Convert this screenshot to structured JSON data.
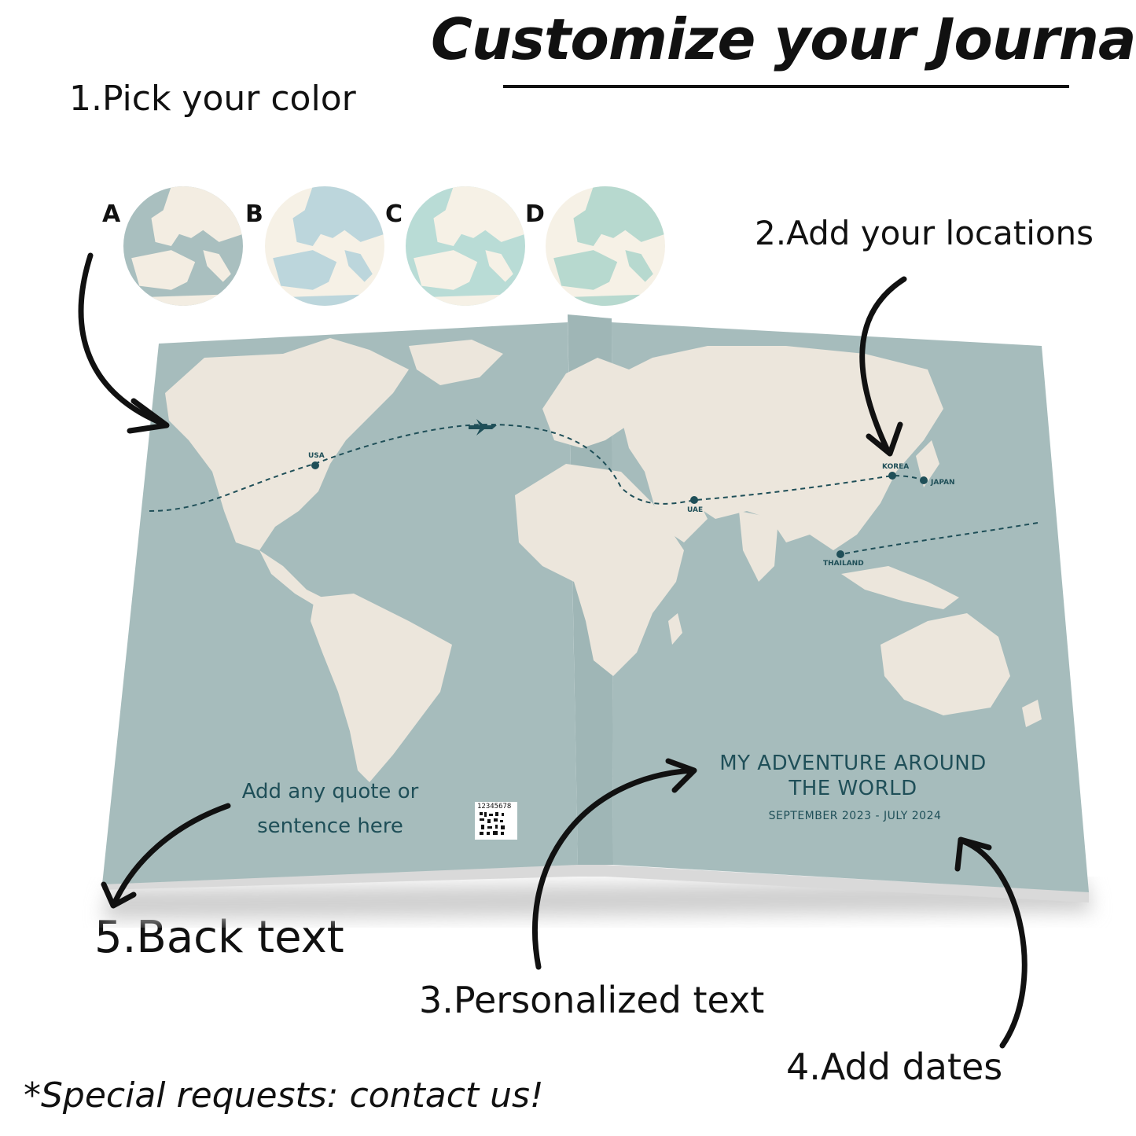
{
  "header": {
    "title": "Customize your Journal!"
  },
  "steps": {
    "step1": "1.Pick your color",
    "step2": "2.Add your locations",
    "step3": "3.Personalized text",
    "step4": "4.Add dates",
    "step5": "5.Back text"
  },
  "swatches": [
    {
      "label": "A",
      "sea": "#a9bfbf",
      "land": "#f3ede2"
    },
    {
      "label": "B",
      "sea": "#f6f1e6",
      "land": "#bcd6dc"
    },
    {
      "label": "C",
      "sea": "#b9dcd6",
      "land": "#f6f1e6"
    },
    {
      "label": "D",
      "sea": "#f6f1e6",
      "land": "#b7d9cf"
    }
  ],
  "cover": {
    "front_title": "MY ADVENTURE AROUND THE WORLD",
    "front_dates": "SEPTEMBER 2023 - JULY 2024",
    "back_quote": "Add any quote or sentence here",
    "barcode_number": "12345678",
    "locations": [
      "USA",
      "UAE",
      "KOREA",
      "JAPAN",
      "THAILAND"
    ]
  },
  "footer": {
    "special_requests": "*Special requests: contact us!"
  },
  "colors": {
    "cover_sea": "#a6bcbc",
    "cover_land": "#ece6dc",
    "cover_text": "#1f4f58",
    "ink": "#111111"
  }
}
